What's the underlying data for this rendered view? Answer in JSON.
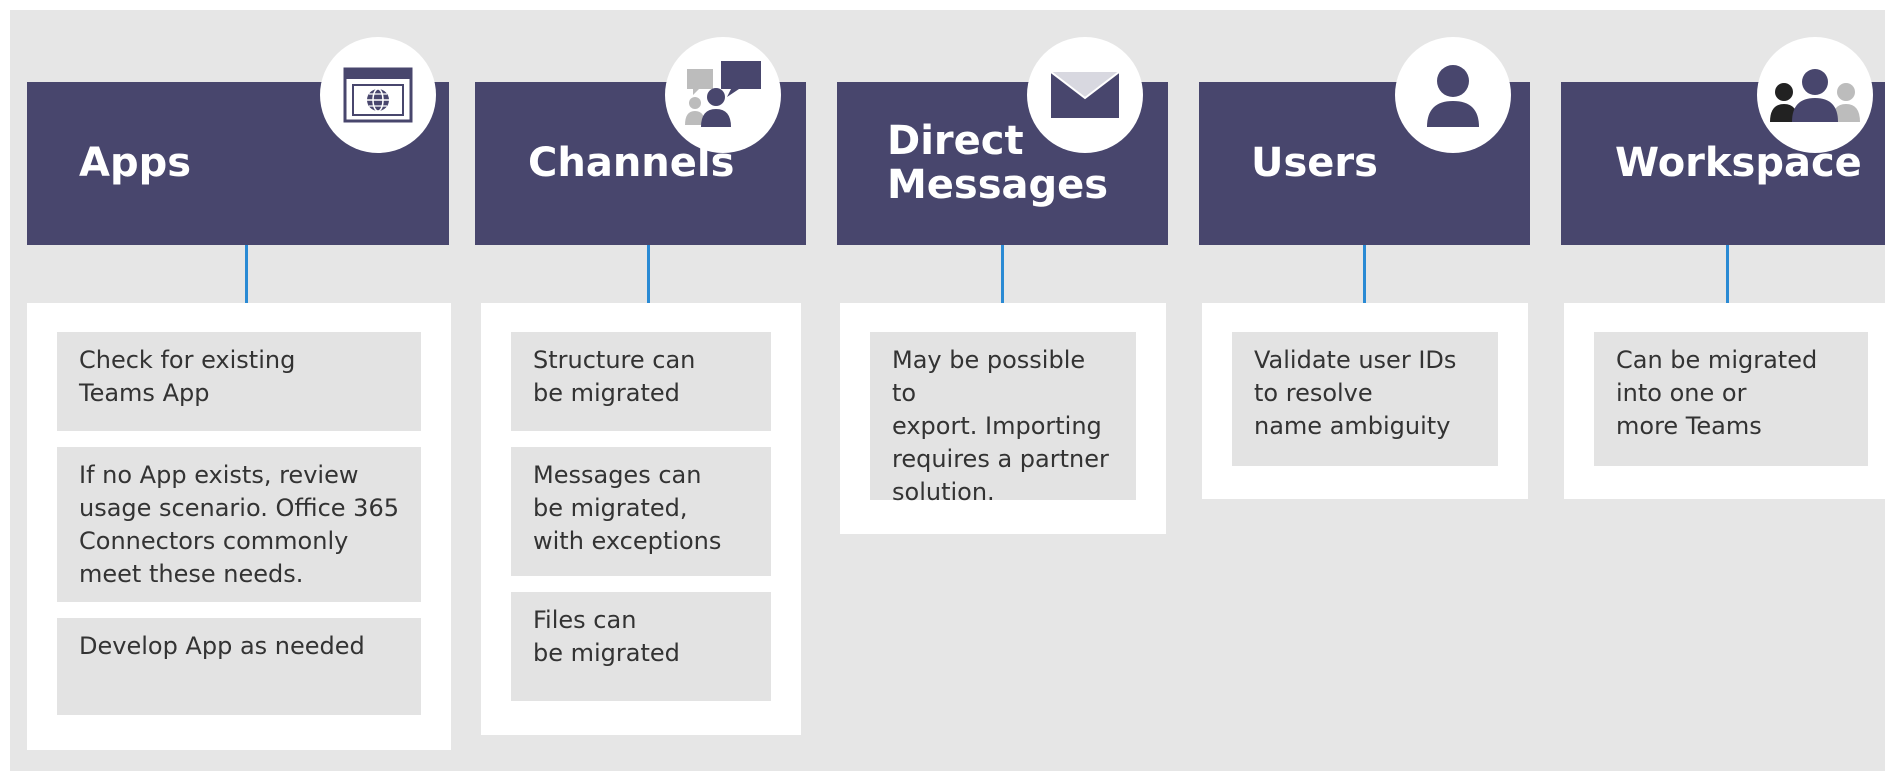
{
  "columns": [
    {
      "title": "Apps",
      "icon": "browser-globe-icon",
      "items": [
        "Check for existing\nTeams App",
        "If no App exists, review\nusage scenario. Office 365\nConnectors commonly\nmeet these needs.",
        "Develop App as needed"
      ]
    },
    {
      "title": "Channels",
      "icon": "chat-users-icon",
      "items": [
        "Structure can\nbe migrated",
        "Messages can\nbe migrated,\nwith exceptions",
        "Files can\nbe migrated"
      ]
    },
    {
      "title": "Direct\nMessages",
      "icon": "envelope-icon",
      "items": [
        "May be possible to\nexport. Importing\nrequires a partner\nsolution."
      ]
    },
    {
      "title": "Users",
      "icon": "user-icon",
      "items": [
        "Validate user IDs\nto resolve\nname ambiguity"
      ]
    },
    {
      "title": "Workspace",
      "icon": "group-icon",
      "items": [
        "Can be migrated\ninto one or\nmore Teams"
      ]
    }
  ],
  "colors": {
    "header": "#48466d",
    "connector": "#2a8ad4",
    "background": "#e6e6e6",
    "box": "#e3e3e3"
  }
}
